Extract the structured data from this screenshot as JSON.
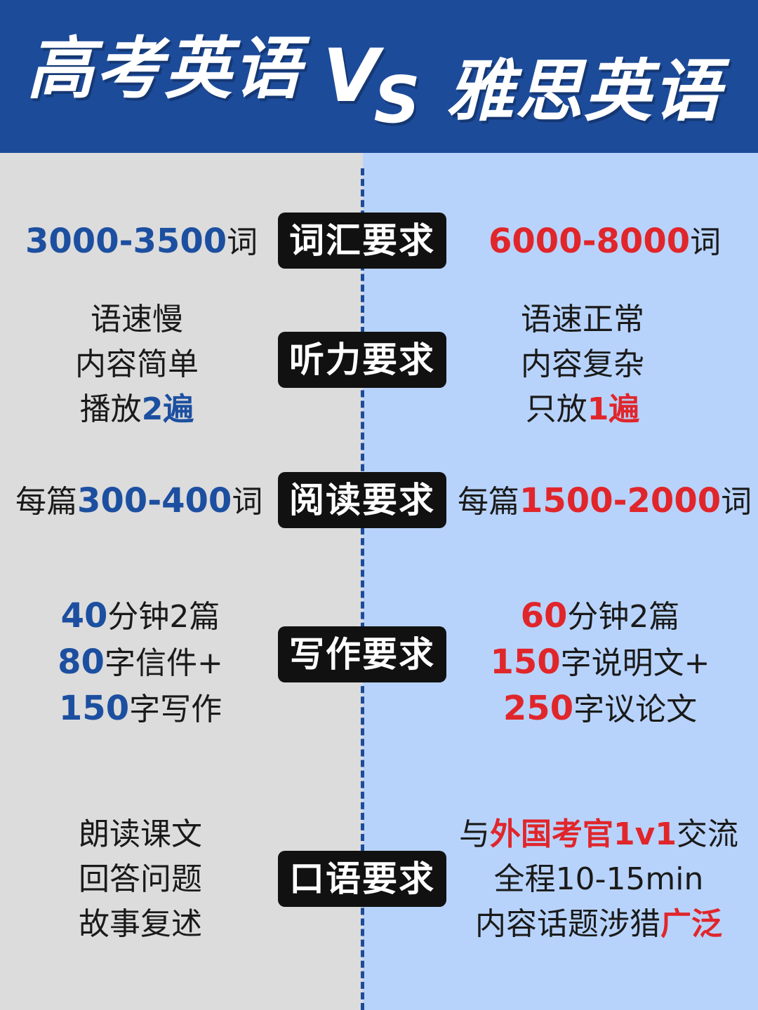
{
  "header": {
    "left_title": "高考英语",
    "vs_v": "V",
    "vs_s": "S",
    "right_title": "雅思英语"
  },
  "colors": {
    "header_bg": "#1c4b9a",
    "left_bg": "#dcdcdc",
    "right_bg": "#b8d3fb",
    "label_bg": "#111111",
    "left_accent": "#1c4fa0",
    "right_accent": "#e0262b"
  },
  "rows": {
    "vocab": {
      "label": "词汇要求",
      "left": {
        "num": "3000-3500",
        "suffix": "词"
      },
      "right": {
        "num": "6000-8000",
        "suffix": "词"
      }
    },
    "listening": {
      "label": "听力要求",
      "left": {
        "l1": "语速慢",
        "l2": "内容简单",
        "l3_pre": "播放",
        "l3_hl": "2遍"
      },
      "right": {
        "l1": "语速正常",
        "l2": "内容复杂",
        "l3_pre": "只放",
        "l3_hl": "1遍"
      }
    },
    "reading": {
      "label": "阅读要求",
      "left": {
        "pre": "每篇",
        "num": "300-400",
        "suffix": "词"
      },
      "right": {
        "pre": "每篇",
        "num": "1500-2000",
        "suffix": "词"
      }
    },
    "writing": {
      "label": "写作要求",
      "left": {
        "l1_hl": "40",
        "l1_rest": "分钟2篇",
        "l2_hl": "80",
        "l2_rest": "字信件+",
        "l3_hl": "150",
        "l3_rest": "字写作"
      },
      "right": {
        "l1_hl": "60",
        "l1_rest": "分钟2篇",
        "l2_hl": "150",
        "l2_rest": "字说明文+",
        "l3_hl": "250",
        "l3_rest": "字议论文"
      }
    },
    "speaking": {
      "label": "口语要求",
      "left": {
        "l1": "朗读课文",
        "l2": "回答问题",
        "l3": "故事复述"
      },
      "right": {
        "l1_pre": "与",
        "l1_hl": "外国考官1v1",
        "l1_post": "交流",
        "l2": "全程10-15min",
        "l3_pre": "内容话题涉猎",
        "l3_hl": "广泛"
      }
    }
  }
}
